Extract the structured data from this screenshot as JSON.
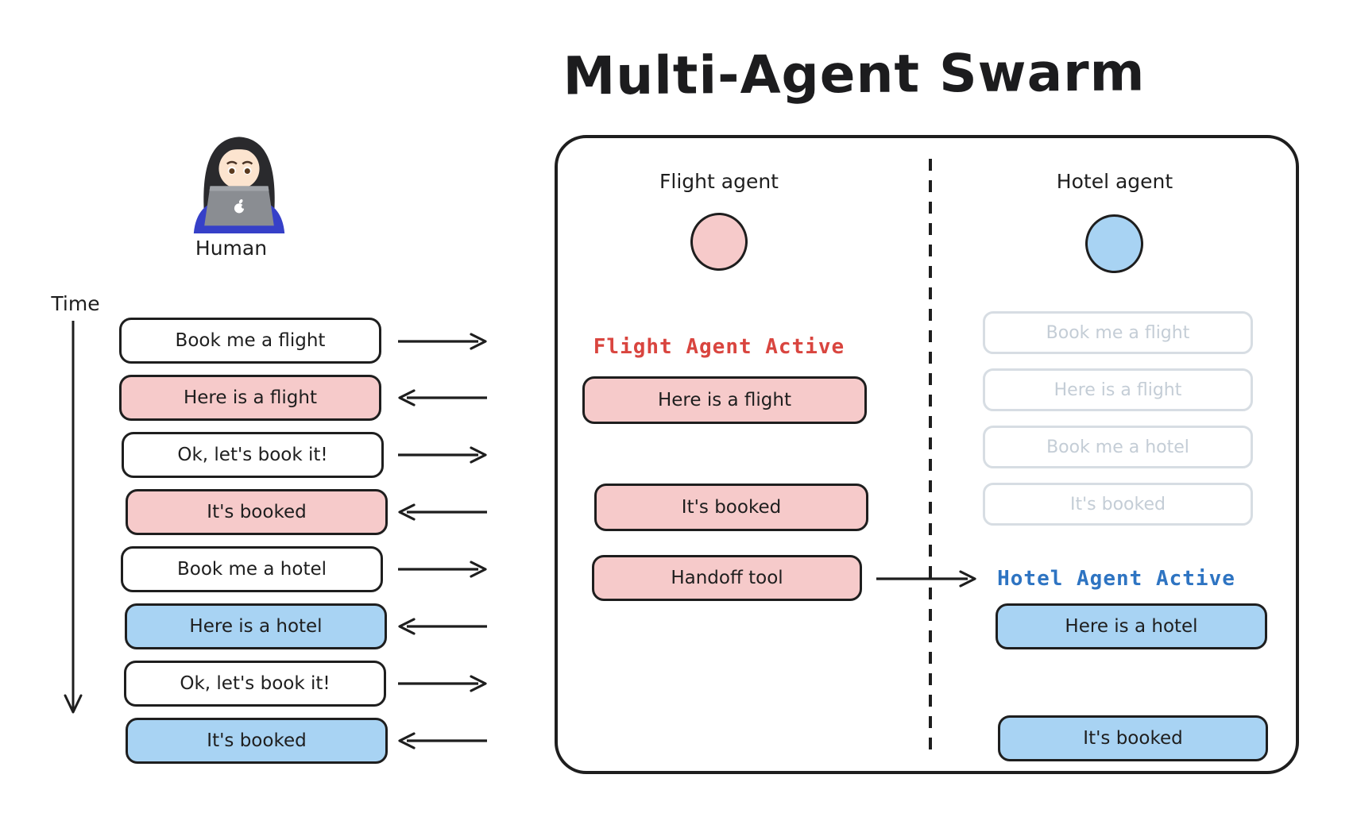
{
  "title": "Multi-Agent Swarm",
  "human": {
    "label": "Human"
  },
  "time_axis": {
    "label": "Time"
  },
  "conversation": [
    {
      "text": "Book me a flight",
      "tone": "white",
      "direction": "to-agent"
    },
    {
      "text": "Here is a flight",
      "tone": "pink",
      "direction": "to-human"
    },
    {
      "text": "Ok, let's book it!",
      "tone": "white",
      "direction": "to-agent"
    },
    {
      "text": "It's booked",
      "tone": "pink",
      "direction": "to-human"
    },
    {
      "text": "Book me a hotel",
      "tone": "white",
      "direction": "to-agent"
    },
    {
      "text": "Here is a hotel",
      "tone": "blue",
      "direction": "to-human"
    },
    {
      "text": "Ok, let's book it!",
      "tone": "white",
      "direction": "to-agent"
    },
    {
      "text": "It's booked",
      "tone": "blue",
      "direction": "to-human"
    }
  ],
  "swarm": {
    "flight_agent": {
      "label": "Flight agent",
      "status": "Flight Agent Active",
      "messages": [
        "Here is a flight",
        "It's booked"
      ],
      "handoff": "Handoff tool"
    },
    "hotel_agent": {
      "label": "Hotel agent",
      "status": "Hotel Agent Active",
      "ghost_messages": [
        "Book me a flight",
        "Here is a flight",
        "Book me a hotel",
        "It's booked"
      ],
      "messages": [
        "Here is a hotel",
        "It's booked"
      ]
    }
  },
  "colors": {
    "ink": "#1e1e1e",
    "pink_fill": "#f6caca",
    "blue_fill": "#a8d3f3",
    "red_status_text": "#d9453f",
    "blue_status_text": "#2e74c2",
    "ghost_border": "#d7dde3",
    "ghost_text": "#c4cdd6"
  }
}
